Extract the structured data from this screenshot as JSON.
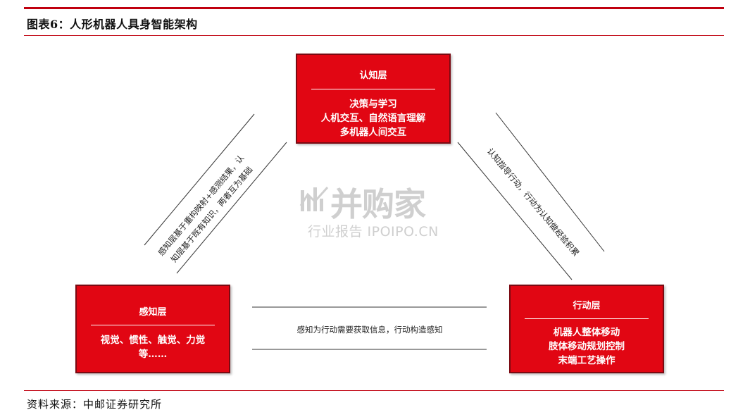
{
  "figure": {
    "title": "图表6：人形机器人具身智能架构",
    "source": "资料来源：中邮证券研究所"
  },
  "nodes": {
    "cognition": {
      "title": "认知层",
      "lines": [
        "决策与学习",
        "人机交互、自然语言理解",
        "多机器人间交互"
      ]
    },
    "perception": {
      "title": "感知层",
      "lines": [
        "视觉、惯性、触觉、力觉",
        "等……"
      ]
    },
    "action": {
      "title": "行动层",
      "lines": [
        "机器人整体移动",
        "肢体移动规划控制",
        "末端工艺操作"
      ]
    }
  },
  "edges": {
    "perception_cognition": [
      "感知层基于重构映射+感测结果，认",
      "知层基于既有知识，两者互为基础"
    ],
    "cognition_action": "认知指导行动，行动为认知做经验积累",
    "perception_action": "感知为行动需要获取信息，行动构造感知"
  },
  "watermark": {
    "main": "并购家",
    "sub": "行业报告 IPOIPO.CN"
  }
}
